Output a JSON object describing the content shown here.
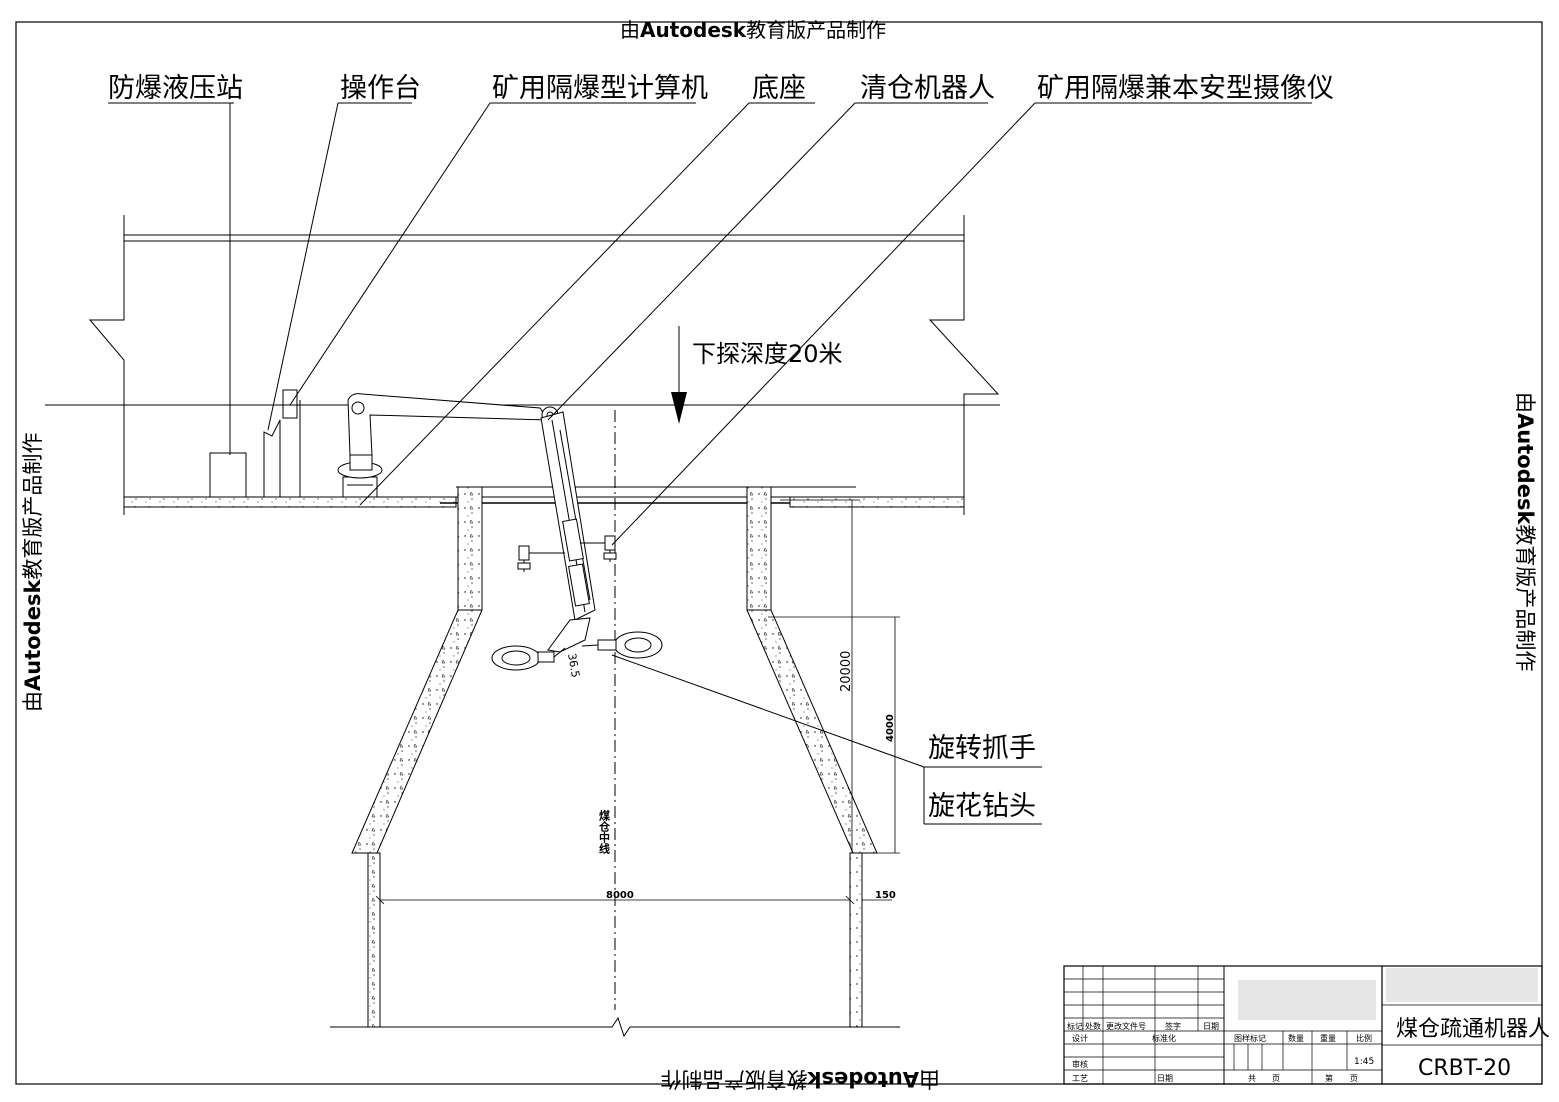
{
  "watermark": {
    "prefix": "由",
    "brand": "Autodesk",
    "suffix": "教育版产品制作"
  },
  "callouts": {
    "hydraulic_station": "防爆液压站",
    "console": "操作台",
    "computer": "矿用隔爆型计算机",
    "base": "底座",
    "robot": "清仓机器人",
    "camera": "矿用隔爆兼本安型摄像仪",
    "rotary_gripper": "旋转抓手",
    "rotary_drill": "旋花钻头"
  },
  "annotations": {
    "depth_note": "下探深度20米",
    "centerline": "煤仓中线",
    "angle": "36.5"
  },
  "dimensions": {
    "height_total": "20000",
    "height_hopper": "4000",
    "width_bin": "8000",
    "wall_thickness": "150"
  },
  "title_block": {
    "title": "煤仓疏通机器人",
    "drawing_no": "CRBT-20",
    "scale": "1:45",
    "row_headers": [
      "标记",
      "处数",
      "更改文件号",
      "签字",
      "日期"
    ],
    "design": "设计",
    "standardization": "标准化",
    "review": "审核",
    "process": "工艺",
    "date": "日期",
    "stage_mark": "图样标记",
    "quantity": "数量",
    "weight": "重量",
    "scale_label": "比例",
    "total": "共",
    "sheet": "第",
    "page": "页"
  }
}
